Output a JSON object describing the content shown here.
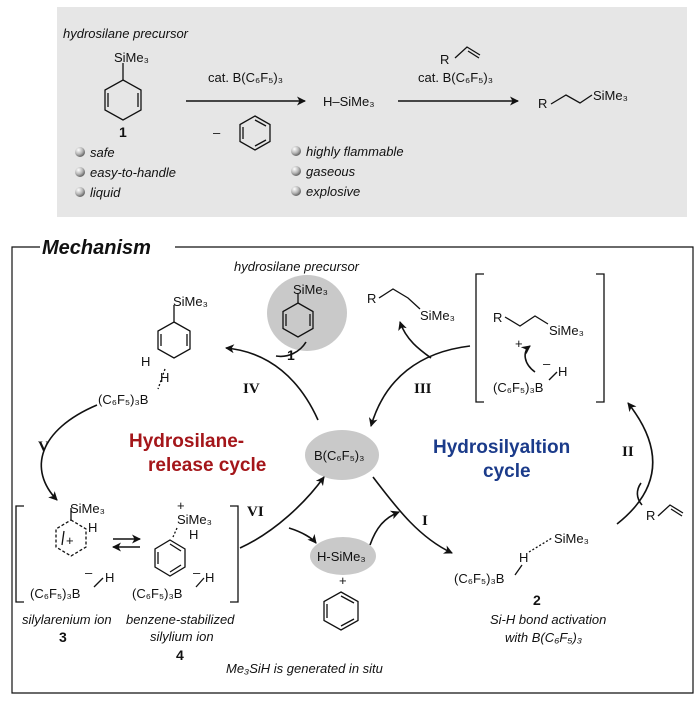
{
  "top_panel": {
    "precursor_title": "hydrosilane precursor",
    "compound_label": "1",
    "substituent": "SiMe₃",
    "reagent_1": "cat. B(C₆F₅)₃",
    "minus_sign": "–",
    "intermediate": "H–SiMe₃",
    "alkene_label": "R",
    "reagent_2": "cat. B(C₆F₅)₃",
    "product_r": "R",
    "product_si": "SiMe₃",
    "pros": [
      "safe",
      "easy-to-handle",
      "liquid"
    ],
    "cons": [
      "highly flammable",
      "gaseous",
      "explosive"
    ]
  },
  "mechanism": {
    "title": "Mechanism",
    "precursor_title": "hydrosilane precursor",
    "precursor_si": "SiMe₃",
    "precursor_num": "1",
    "catalyst": "B(C₆F₅)₃",
    "left_cycle": [
      "Hydrosilane-",
      "release cycle"
    ],
    "right_cycle": [
      "Hydrosilyaltion",
      "cycle"
    ],
    "roman": {
      "I": "I",
      "II": "II",
      "III": "III",
      "IV": "IV",
      "V": "V",
      "VI": "VI"
    },
    "complex_iv": {
      "si": "SiMe₃",
      "h1": "H",
      "h2": "H",
      "borane": "(C₆F₅)₃B"
    },
    "product_iii": {
      "r": "R",
      "si": "SiMe₃"
    },
    "cation_iii": {
      "r": "R",
      "si": "SiMe₃",
      "plus": "+",
      "minus": "–",
      "h": "H",
      "borane": "(C₆F₅)₃B"
    },
    "alkene_ii": "R",
    "complex_2": {
      "si": "SiMe₃",
      "h": "H",
      "borane": "(C₆F₅)₃B",
      "num": "2",
      "caption": [
        "Si-H bond activation",
        "with B(C₆F₅)₃"
      ]
    },
    "silylarenium": {
      "si": "SiMe₃",
      "h": "H",
      "plus": "+",
      "minus": "–",
      "h_b": "H",
      "borane": "(C₆F₅)₃B",
      "caption": "silylarenium ion",
      "num": "3"
    },
    "silylium": {
      "si": "SiMe₃",
      "h": "H",
      "plus": "+",
      "minus": "–",
      "h_b": "H",
      "borane": "(C₆F₅)₃B",
      "caption": [
        "benzene-stabilized",
        "silylium ion"
      ],
      "num": "4"
    },
    "hsime3": "H-SiMe₃",
    "plus": "+",
    "insitu_note": "Me₃SiH is generated in situ"
  },
  "colors": {
    "panel_bg": "#e6e6e6",
    "ellipse": "#c9c9c9",
    "left_cycle": "#a4161a",
    "right_cycle": "#1b3b8a"
  },
  "icons": [
    "bullet-ball-icon"
  ]
}
